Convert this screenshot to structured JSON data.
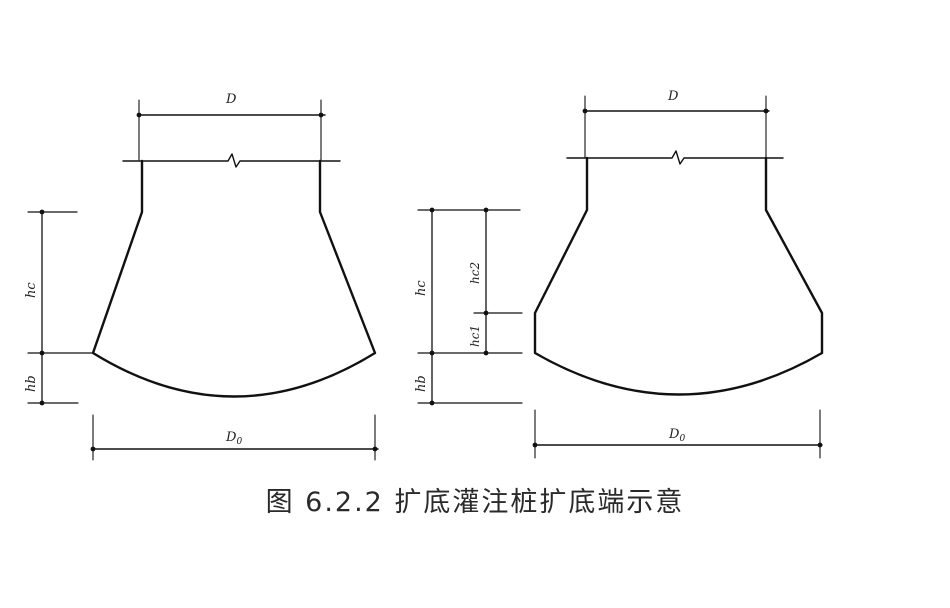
{
  "labels": {
    "D": "D",
    "D0": "D",
    "D0_sub": "0",
    "hc": "hc",
    "hb": "hb",
    "hc1": "hc1",
    "hc2": "hc2"
  },
  "caption": "图 6.2.2  扩底灌注桩扩底端示意",
  "colors": {
    "line": "#111111",
    "text": "#222222",
    "background": "#ffffff"
  }
}
